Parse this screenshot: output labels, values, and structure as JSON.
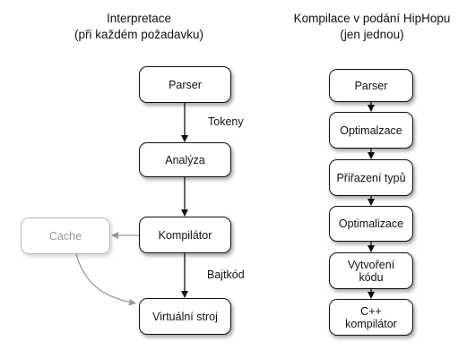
{
  "headings": {
    "left": {
      "line1": "Interpretace",
      "line2": "(při každém požadavku)"
    },
    "right": {
      "line1": "Kompilace v podání HipHopu",
      "line2": "(jen jednou)"
    }
  },
  "left_flow": {
    "parser": "Parser",
    "analyza": "Analýza",
    "kompilator": "Kompilátor",
    "virtualni_stroj": "Virtuální stroj",
    "cache": "Cache",
    "edge_tokeny": "Tokeny",
    "edge_bajtkod": "Bajtkód"
  },
  "right_flow": {
    "parser": "Parser",
    "optimalzace": "Optimalzace",
    "prirazeni_typu": "Přiřazení typů",
    "optimalizace": "Optimalizace",
    "vytvoreni_kodu": {
      "line1": "Vytvoření",
      "line2": "kódu"
    },
    "cpp_kompilator": {
      "line1": "C++",
      "line2": "kompilátor"
    }
  },
  "colors": {
    "node_border": "#111111",
    "cache_border": "#b8b8b8",
    "cache_text": "#999999",
    "arrow": "#111111",
    "cache_arrow": "#999999"
  }
}
